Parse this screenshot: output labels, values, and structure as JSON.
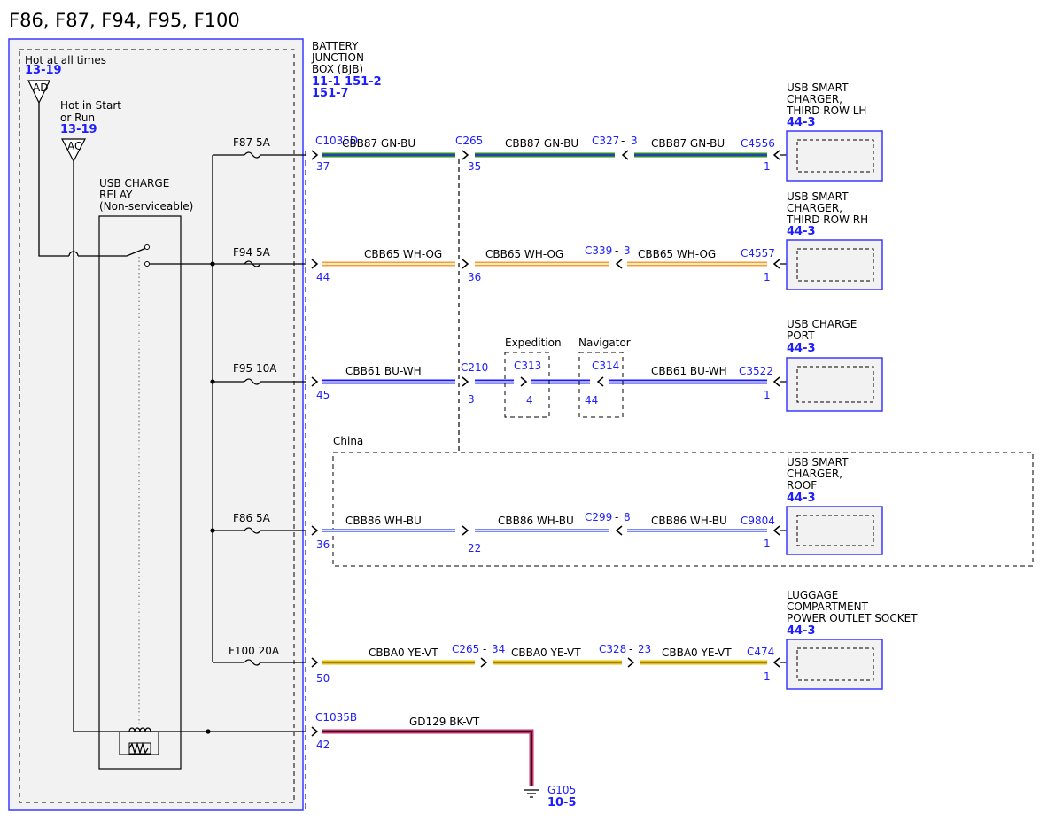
{
  "title": "F86, F87, F94, F95, F100",
  "bjb": {
    "name_lines": [
      "BATTERY",
      "JUNCTION",
      "BOX (BJB)"
    ],
    "refs_line1": "11-1  151-2",
    "refs_line2": "151-7"
  },
  "supply": {
    "hot_always": {
      "label": "Hot at all times",
      "ref": "13-19",
      "symbol": "AD"
    },
    "hot_run": {
      "label_lines": [
        "Hot in Start",
        "or Run"
      ],
      "ref": "13-19",
      "symbol": "AC"
    }
  },
  "relay": {
    "label_lines": [
      "USB CHARGE",
      "RELAY",
      "(Non-serviceable)"
    ]
  },
  "fuses": {
    "f87": "F87  5A",
    "f94": "F94  5A",
    "f95": "F95  10A",
    "f86": "F86   5A",
    "f100": "F100  20A"
  },
  "colors": {
    "gn_bu": "#2e8b2e",
    "wh_og": "#f0a030",
    "bu_wh": "#1a1aff",
    "wh_bu": "#7a8cf0",
    "ye_vt": "#e0c000",
    "bk_vt": "#000000",
    "ref": "#1d1dff"
  },
  "circuits": {
    "r1": {
      "c1": "C1035D",
      "p1": "37",
      "w1": "CBB87  GN-BU",
      "c2": "C265",
      "p2": "35",
      "w2": "CBB87  GN-BU",
      "c3": "C327",
      "p3": "3",
      "w3": "CBB87  GN-BU",
      "c4": "C4556",
      "p4": "1"
    },
    "r2": {
      "p1": "44",
      "w1": "CBB65  WH-OG",
      "p2": "36",
      "w2": "CBB65  WH-OG",
      "c3": "C339",
      "p3": "3",
      "w3": "CBB65  WH-OG",
      "c4": "C4557",
      "p4": "1"
    },
    "r3": {
      "p1": "45",
      "w1": "CBB61  BU-WH",
      "c2": "C210",
      "p2": "3",
      "exp_label": "Expedition",
      "c3": "C313",
      "p3": "4",
      "nav_label": "Navigator",
      "c4": "C314",
      "p4": "44",
      "w4": "CBB61  BU-WH",
      "c5": "C3522",
      "p5": "1"
    },
    "r4": {
      "region": "China",
      "p1": "36",
      "w1": "CBB86  WH-BU",
      "p2": "22",
      "w2": "CBB86  WH-BU",
      "c3": "C299",
      "p3": "8",
      "w3": "CBB86  WH-BU",
      "c4": "C9804",
      "p4": "1"
    },
    "r5": {
      "p1": "50",
      "w1": "CBBA0  YE-VT",
      "c2": "C265",
      "p2": "34",
      "w2": "CBBA0  YE-VT",
      "c3": "C328",
      "p3": "23",
      "w3": "CBBA0  YE-VT",
      "c4": "C474",
      "p4": "1"
    },
    "ground": {
      "c1": "C1035B",
      "p1": "42",
      "wire": "GD129  BK-VT",
      "g": "G105",
      "ref": "10-5"
    }
  },
  "devices": {
    "d1": {
      "lines": [
        "USB SMART",
        "CHARGER,",
        "THIRD ROW LH"
      ],
      "ref": "44-3"
    },
    "d2": {
      "lines": [
        "USB SMART",
        "CHARGER,",
        "THIRD ROW RH"
      ],
      "ref": "44-3"
    },
    "d3": {
      "lines": [
        "USB CHARGE",
        "PORT"
      ],
      "ref": "44-3"
    },
    "d4": {
      "lines": [
        "USB SMART",
        "CHARGER,",
        "ROOF"
      ],
      "ref": "44-3"
    },
    "d5": {
      "lines": [
        "LUGGAGE",
        "COMPARTMENT",
        "POWER OUTLET SOCKET"
      ],
      "ref": "44-3"
    }
  }
}
